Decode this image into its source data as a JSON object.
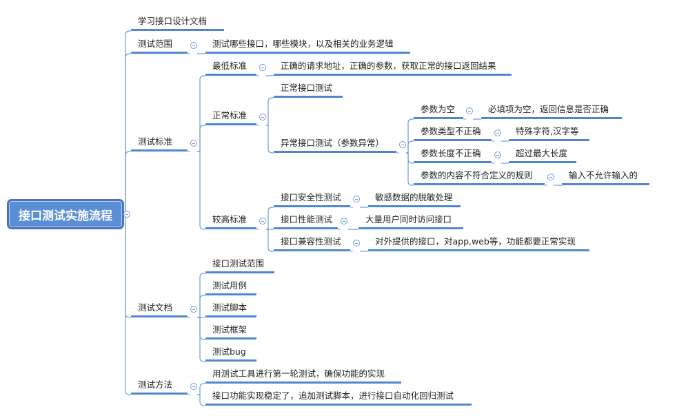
{
  "colors": {
    "line": "#6f9bd8",
    "underline": "#4f86d0",
    "root_fill": "#5a8fd6",
    "root_border": "#4a72bf"
  },
  "root": {
    "label": "接口测试实施流程",
    "children": [
      {
        "label": "学习接口设计文档",
        "children": []
      },
      {
        "label": "测试范围",
        "children": [
          {
            "label": "测试哪些接口，哪些模块，以及相关的业务逻辑",
            "children": []
          }
        ]
      },
      {
        "label": "测试标准",
        "children": [
          {
            "label": "最低标准",
            "children": [
              {
                "label": "正确的请求地址，正确的参数，获取正常的接口返回结果",
                "children": []
              }
            ]
          },
          {
            "label": "正常标准",
            "children": [
              {
                "label": "正常接口测试",
                "children": []
              },
              {
                "label": "异常接口测试（参数异常）",
                "children": [
                  {
                    "label": "参数为空",
                    "children": [
                      {
                        "label": "必填项为空，返回信息是否正确",
                        "children": []
                      }
                    ]
                  },
                  {
                    "label": "参数类型不正确",
                    "children": [
                      {
                        "label": "特殊字符,汉字等",
                        "children": []
                      }
                    ]
                  },
                  {
                    "label": "参数长度不正确",
                    "children": [
                      {
                        "label": "超过最大长度",
                        "children": []
                      }
                    ]
                  },
                  {
                    "label": "参数的内容不符合定义的规则",
                    "children": [
                      {
                        "label": "输入不允许输入的",
                        "children": []
                      }
                    ]
                  }
                ]
              }
            ]
          },
          {
            "label": "较高标准",
            "children": [
              {
                "label": "接口安全性测试",
                "children": [
                  {
                    "label": "敏感数据的脱敏处理",
                    "children": []
                  }
                ]
              },
              {
                "label": "接口性能测试",
                "children": [
                  {
                    "label": "大量用户同时访问接口",
                    "children": []
                  }
                ]
              },
              {
                "label": "接口兼容性测试",
                "children": [
                  {
                    "label": "对外提供的接口，对app,web等，功能都要正常实现",
                    "children": []
                  }
                ]
              }
            ]
          }
        ]
      },
      {
        "label": "测试文档",
        "children": [
          {
            "label": "接口测试范围",
            "children": []
          },
          {
            "label": "测试用例",
            "children": []
          },
          {
            "label": "测试脚本",
            "children": []
          },
          {
            "label": "测试框架",
            "children": []
          },
          {
            "label": "测试bug",
            "children": []
          }
        ]
      },
      {
        "label": "测试方法",
        "children": [
          {
            "label": "用测试工具进行第一轮测试，确保功能的实现",
            "children": []
          },
          {
            "label": "接口功能实现稳定了，追加测试脚本，进行接口自动化回归测试",
            "children": []
          }
        ]
      }
    ]
  }
}
